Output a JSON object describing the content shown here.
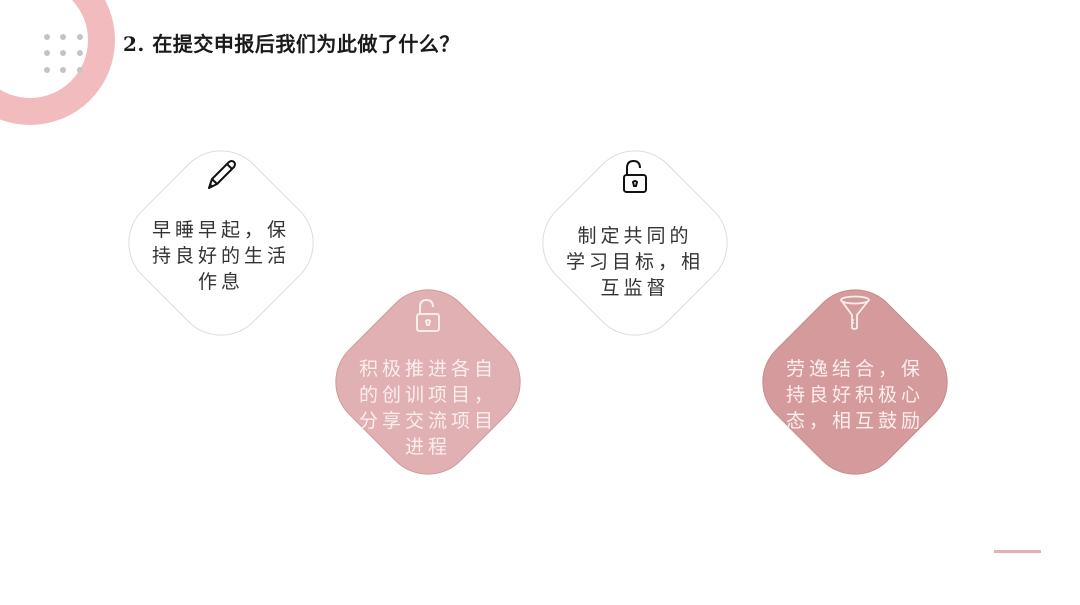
{
  "slide": {
    "title": "2. 在提交申报后我们为此做了什么？",
    "colors": {
      "ring": "#f2bcbf",
      "dots": "#c4c4c4",
      "card_light_border": "#dcdcdc",
      "card_pink_light": "#e0b0b2",
      "card_pink_dark": "#d59a9b",
      "accent_line": "#e5b0b2"
    }
  },
  "cards": [
    {
      "icon": "pencil-icon",
      "style": "light",
      "lines": [
        "早睡早起，保",
        "持良好的生活",
        "作息"
      ]
    },
    {
      "icon": "unlock-icon",
      "style": "pink",
      "lines": [
        "积极推进各自",
        "的创训项目，",
        "分享交流项目",
        "进程"
      ]
    },
    {
      "icon": "unlock-icon",
      "style": "light",
      "lines": [
        "制定共同的",
        "学习目标，相",
        "互监督"
      ]
    },
    {
      "icon": "funnel-icon",
      "style": "pink",
      "lines": [
        "劳逸结合，保",
        "持良好积极心",
        "态，相互鼓励"
      ]
    }
  ]
}
